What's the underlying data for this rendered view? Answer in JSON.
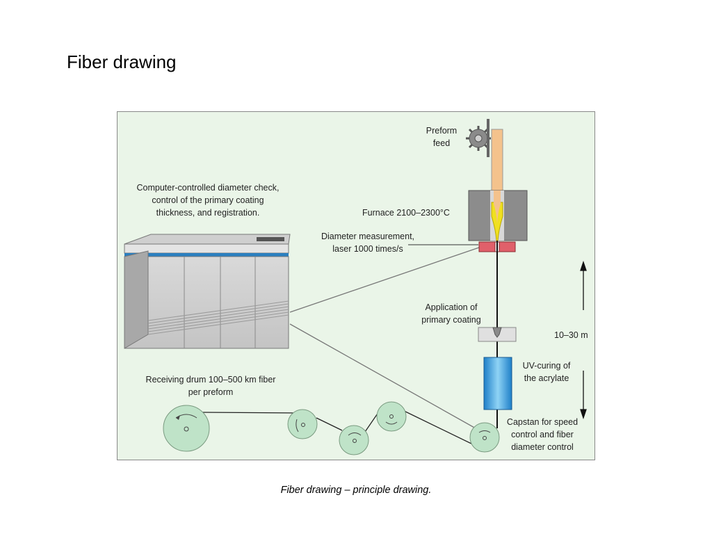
{
  "slide": {
    "title": "Fiber drawing"
  },
  "figure": {
    "labels": {
      "preform_feed": "Preform\nfeed",
      "computer": "Computer-controlled diameter check,\ncontrol of the primary coating\nthickness, and registration.",
      "furnace": "Furnace 2100–2300°C",
      "diameter_measurement": "Diameter measurement,\nlaser 1000 times/s",
      "primary_coating": "Application of\nprimary coating",
      "height": "10–30 m",
      "uv_curing": "UV-curing of\nthe acrylate",
      "receiving_drum": "Receiving drum 100–500 km fiber\nper preform",
      "capstan": "Capstan for speed\ncontrol and fiber\ndiameter control"
    },
    "colors": {
      "background": "#eaf5e8",
      "preform": "#f4c28c",
      "furnace": "#8c8c8c",
      "glow": "#f0e020",
      "laser": "#e0606a",
      "uv_unit": "#3aa8e0",
      "drums": "#bfe3c8",
      "cabinet_stripe": "#2a7fc0"
    }
  },
  "caption": "Fiber drawing – principle drawing."
}
